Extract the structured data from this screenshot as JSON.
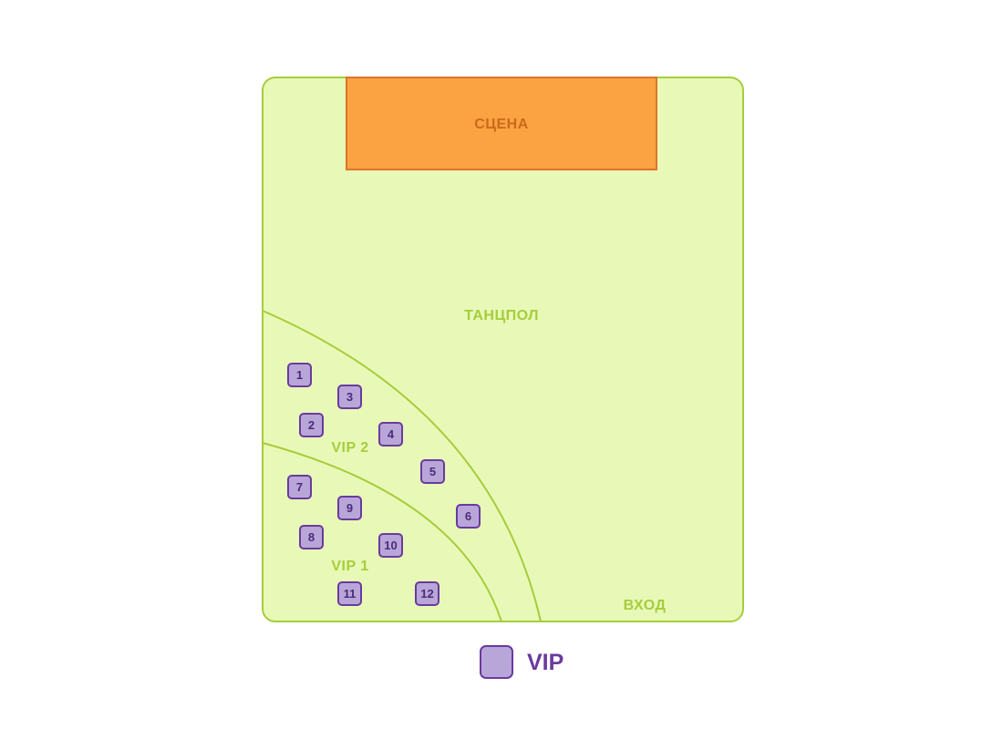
{
  "venue": {
    "stage_label": "СЦЕНА",
    "dancefloor_label": "ТАНЦПОЛ",
    "entrance_label": "ВХОД",
    "vip2_label": "VIP 2",
    "vip1_label": "VIP 1"
  },
  "tables": [
    "1",
    "2",
    "3",
    "4",
    "5",
    "6",
    "7",
    "8",
    "9",
    "10",
    "11",
    "12"
  ],
  "legend": {
    "vip_label": "VIP"
  },
  "colors": {
    "floor_fill": "#e8f9b7",
    "floor_stroke": "#a6cd3c",
    "stage_fill": "#fba242",
    "stage_stroke": "#d9762a",
    "table_fill": "#b9a6d9",
    "table_stroke": "#6a3a9e"
  }
}
